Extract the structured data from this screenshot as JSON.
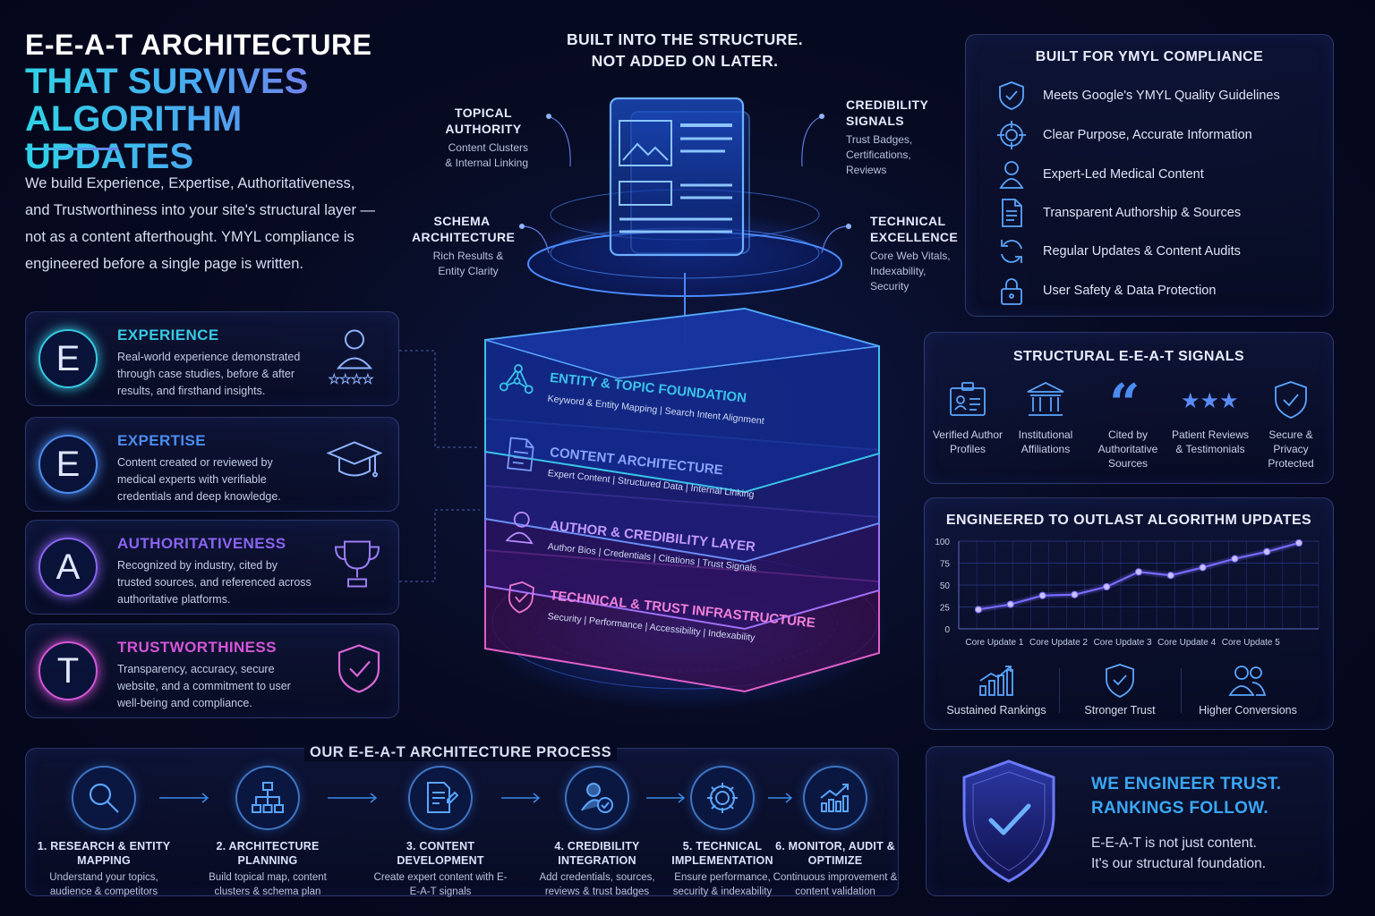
{
  "header": {
    "title_line1": "E-E-A-T ARCHITECTURE",
    "title_line2": "THAT SURVIVES ALGORITHM UPDATES",
    "intro": "We build Experience, Expertise, Authoritativeness, and Trustworthiness into your site's structural layer — not as a content afterthought. YMYL compliance is engineered before a single page is written."
  },
  "eeat": [
    {
      "letter": "E",
      "name": "EXPERIENCE",
      "desc": "Real-world experience demonstrated through case studies, before & after results, and firsthand insights.",
      "color": "#37c9e3",
      "icon": "user-rating-icon"
    },
    {
      "letter": "E",
      "name": "EXPERTISE",
      "desc": "Content created or reviewed by medical experts with verifiable credentials and deep knowledge.",
      "color": "#4a8cf0",
      "icon": "graduation-cap-icon"
    },
    {
      "letter": "A",
      "name": "AUTHORITATIVENESS",
      "desc": "Recognized by industry, cited by trusted sources, and referenced across authoritative platforms.",
      "color": "#8a64f0",
      "icon": "trophy-icon"
    },
    {
      "letter": "T",
      "name": "TRUSTWORTHINESS",
      "desc": "Transparency, accuracy, secure website, and a commitment to user well-being and compliance.",
      "color": "#d655d8",
      "icon": "shield-check-icon"
    }
  ],
  "center": {
    "tagline_line1": "BUILT INTO THE STRUCTURE.",
    "tagline_line2": "NOT ADDED ON LATER.",
    "labels": [
      {
        "title": "TOPICAL AUTHORITY",
        "sub": "Content Clusters & Internal Linking"
      },
      {
        "title": "CREDIBILITY SIGNALS",
        "sub": "Trust Badges, Certifications, Reviews"
      },
      {
        "title": "SCHEMA ARCHITECTURE",
        "sub": "Rich Results & Entity Clarity"
      },
      {
        "title": "TECHNICAL EXCELLENCE",
        "sub": "Core Web Vitals, Indexability, Security"
      }
    ],
    "layers": [
      {
        "title": "ENTITY & TOPIC FOUNDATION",
        "sub": "Keyword & Entity Mapping | Search Intent Alignment",
        "color": "#3ac3ea",
        "icon": "network-icon"
      },
      {
        "title": "CONTENT ARCHITECTURE",
        "sub": "Expert Content | Structured Data | Internal Linking",
        "color": "#6a8cf5",
        "icon": "document-icon"
      },
      {
        "title": "AUTHOR & CREDIBILITY LAYER",
        "sub": "Author Bios | Credentials | Citations | Trust Signals",
        "color": "#a070f5",
        "icon": "author-icon"
      },
      {
        "title": "TECHNICAL & TRUST INFRASTRUCTURE",
        "sub": "Security | Performance | Accessibility | Indexability",
        "color": "#e060c8",
        "icon": "shield-icon"
      }
    ]
  },
  "ymyl": {
    "title": "BUILT FOR YMYL COMPLIANCE",
    "items": [
      {
        "label": "Meets Google's YMYL Quality Guidelines",
        "icon": "shield-check-icon"
      },
      {
        "label": "Clear Purpose, Accurate Information",
        "icon": "target-icon"
      },
      {
        "label": "Expert-Led Medical Content",
        "icon": "user-icon"
      },
      {
        "label": "Transparent Authorship & Sources",
        "icon": "document-icon"
      },
      {
        "label": "Regular Updates & Content Audits",
        "icon": "refresh-icon"
      },
      {
        "label": "User Safety & Data Protection",
        "icon": "lock-icon"
      }
    ]
  },
  "signals": {
    "title": "STRUCTURAL E-E-A-T SIGNALS",
    "items": [
      {
        "label": "Verified Author Profiles",
        "icon": "id-card-icon"
      },
      {
        "label": "Institutional Affiliations",
        "icon": "institution-icon"
      },
      {
        "label": "Cited by Authoritative Sources",
        "icon": "quote-icon"
      },
      {
        "label": "Patient Reviews & Testimonials",
        "icon": "stars-icon"
      },
      {
        "label": "Secure & Privacy Protected",
        "icon": "shield-check-icon"
      }
    ]
  },
  "chart_data": {
    "type": "line",
    "title": "ENGINEERED TO OUTLAST ALGORITHM UPDATES",
    "categories": [
      "Core Update 1",
      "Core Update 2",
      "Core Update 3",
      "Core Update 4",
      "Core Update 5"
    ],
    "x": [
      0,
      0.5,
      1,
      1.5,
      2,
      2.5,
      3,
      3.5,
      4,
      4.5,
      5
    ],
    "values": [
      22,
      28,
      38,
      39,
      48,
      65,
      61,
      70,
      80,
      88,
      98
    ],
    "yticks": [
      0,
      25,
      50,
      75,
      100
    ],
    "ylim": [
      0,
      100
    ],
    "grid": true
  },
  "outcomes": [
    {
      "label": "Sustained Rankings",
      "icon": "bar-chart-icon"
    },
    {
      "label": "Stronger Trust",
      "icon": "shield-check-icon"
    },
    {
      "label": "Higher Conversions",
      "icon": "users-icon"
    }
  ],
  "process": {
    "title": "OUR E-E-A-T ARCHITECTURE PROCESS",
    "steps": [
      {
        "title": "1. RESEARCH & ENTITY MAPPING",
        "desc": "Understand your topics, audience & competitors",
        "icon": "magnifier-icon"
      },
      {
        "title": "2. ARCHITECTURE PLANNING",
        "desc": "Build topical map, content clusters & schema plan",
        "icon": "sitemap-icon"
      },
      {
        "title": "3. CONTENT DEVELOPMENT",
        "desc": "Create expert content with E-E-A-T signals",
        "icon": "edit-document-icon"
      },
      {
        "title": "4. CREDIBILITY INTEGRATION",
        "desc": "Add credentials, sources, reviews & trust badges",
        "icon": "verified-user-icon"
      },
      {
        "title": "5. TECHNICAL IMPLEMENTATION",
        "desc": "Ensure performance, security & indexability",
        "icon": "gear-icon"
      },
      {
        "title": "6. MONITOR, AUDIT & OPTIMIZE",
        "desc": "Continuous improvement & content validation",
        "icon": "growth-chart-icon"
      }
    ]
  },
  "trust": {
    "headline_line1": "WE ENGINEER TRUST.",
    "headline_line2": "RANKINGS FOLLOW.",
    "sub_line1": "E-E-A-T is not just content.",
    "sub_line2": "It's our structural foundation."
  }
}
